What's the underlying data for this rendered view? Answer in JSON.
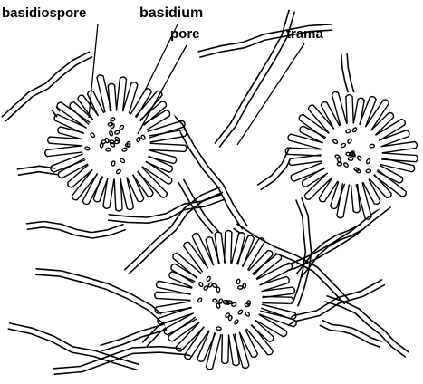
{
  "labels": {
    "basidiospore": "basidiospore",
    "basidium": "basidium",
    "pore": "pore",
    "trama": "trama"
  },
  "colors": {
    "ink": "#000000",
    "background": "#ffffff"
  }
}
